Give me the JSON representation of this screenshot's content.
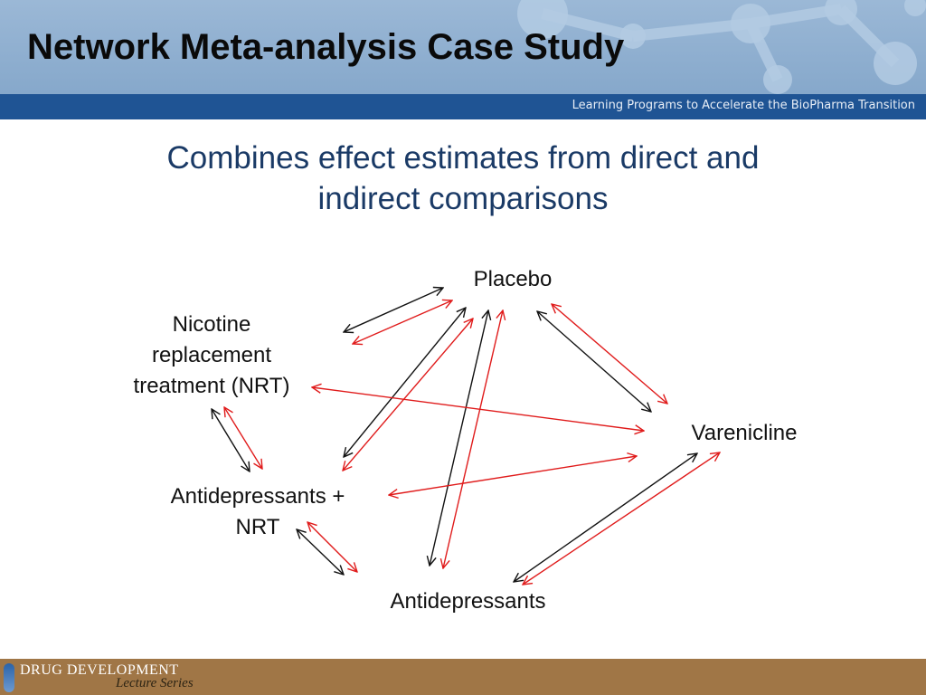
{
  "slide": {
    "title": "Network Meta-analysis Case Study",
    "band_text": "Learning Programs to Accelerate the BioPharma Transition",
    "subtitle_lines": [
      "Combines effect estimates from direct and",
      "indirect comparisons"
    ]
  },
  "diagram": {
    "nodes": {
      "placebo": [
        "Placebo"
      ],
      "nrt": [
        "Nicotine",
        "replacement",
        "treatment (NRT)"
      ],
      "varenicline": [
        "Varenicline"
      ],
      "antidepressants_nrt": [
        "Antidepressants +",
        "NRT"
      ],
      "antidepressants": [
        "Antidepressants"
      ]
    },
    "comparisons": [
      {
        "from": "nrt",
        "to": "placebo"
      },
      {
        "from": "antidepressants_nrt",
        "to": "placebo"
      },
      {
        "from": "antidepressants",
        "to": "placebo"
      },
      {
        "from": "placebo",
        "to": "varenicline"
      },
      {
        "from": "nrt",
        "to": "varenicline"
      },
      {
        "from": "nrt",
        "to": "antidepressants_nrt"
      },
      {
        "from": "antidepressants_nrt",
        "to": "varenicline"
      },
      {
        "from": "antidepressants_nrt",
        "to": "antidepressants"
      },
      {
        "from": "antidepressants",
        "to": "varenicline"
      }
    ],
    "colors": {
      "black_arrow": "#111111",
      "red_arrow": "#e01b1b"
    }
  },
  "footer": {
    "logo_line1": "DRUG DEVELOPMENT",
    "logo_line2": "Lecture Series"
  }
}
